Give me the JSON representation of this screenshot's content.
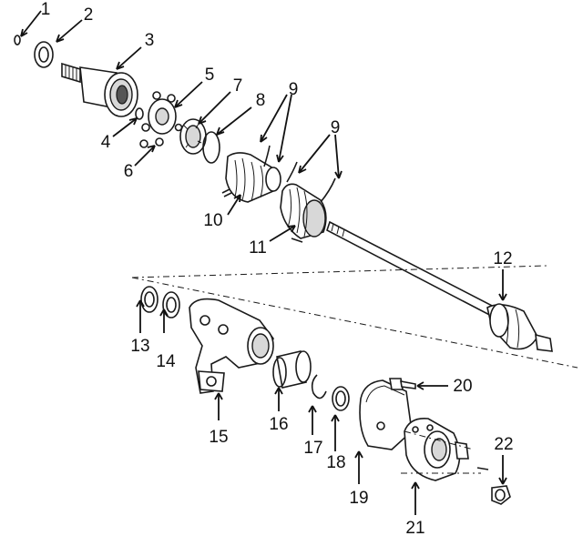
{
  "diagram": {
    "callouts": [
      {
        "id": "1",
        "label": "1"
      },
      {
        "id": "2",
        "label": "2"
      },
      {
        "id": "3",
        "label": "3"
      },
      {
        "id": "4",
        "label": "4"
      },
      {
        "id": "5",
        "label": "5"
      },
      {
        "id": "6",
        "label": "6"
      },
      {
        "id": "7",
        "label": "7"
      },
      {
        "id": "8",
        "label": "8"
      },
      {
        "id": "9a",
        "label": "9"
      },
      {
        "id": "9b",
        "label": "9"
      },
      {
        "id": "10",
        "label": "10"
      },
      {
        "id": "11",
        "label": "11"
      },
      {
        "id": "12",
        "label": "12"
      },
      {
        "id": "13",
        "label": "13"
      },
      {
        "id": "14",
        "label": "14"
      },
      {
        "id": "15",
        "label": "15"
      },
      {
        "id": "16",
        "label": "16"
      },
      {
        "id": "17",
        "label": "17"
      },
      {
        "id": "18",
        "label": "18"
      },
      {
        "id": "19",
        "label": "19"
      },
      {
        "id": "20",
        "label": "20"
      },
      {
        "id": "21",
        "label": "21"
      },
      {
        "id": "22",
        "label": "22"
      }
    ]
  }
}
